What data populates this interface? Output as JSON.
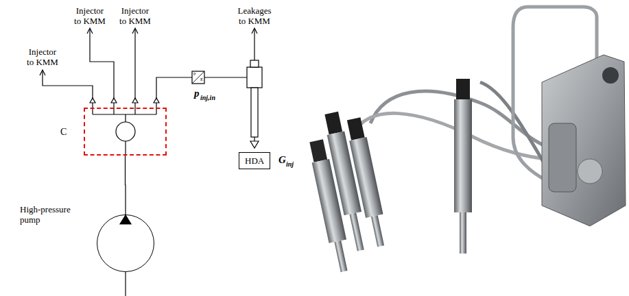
{
  "diagram": {
    "nodes": [
      {
        "text": [
          "C"
        ]
      },
      {
        "text": [
          "High-pressure pump"
        ]
      },
      {
        "text": [
          "HDA"
        ]
      }
    ],
    "edges": [
      {
        "from": 1,
        "to": 0,
        "arrow": "none"
      }
    ],
    "labels": [
      "Injector to KMM",
      "Injector to KMM",
      "Injector to KMM",
      "Leakages to KMM",
      "p",
      "E",
      "p",
      "inj,in",
      "G",
      "inj"
    ]
  }
}
